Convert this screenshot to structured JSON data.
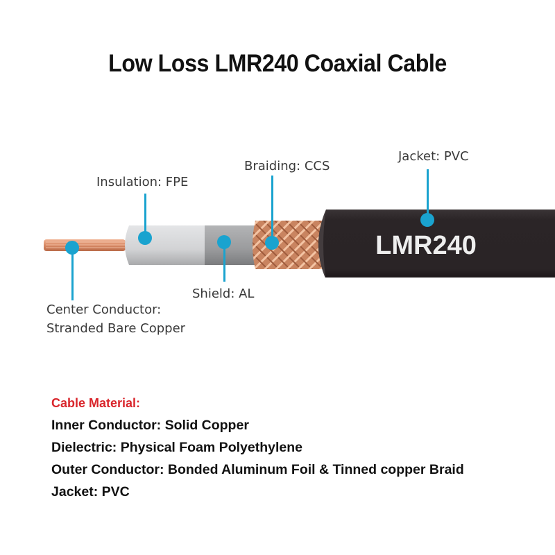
{
  "title": "Low Loss LMR240 Coaxial Cable",
  "cable": {
    "jacket_print": "LMR240",
    "colors": {
      "leader": "#1aa3cf",
      "copper": "#d88a66",
      "insulation": "#d8d9db",
      "shield": "#9a9b9d",
      "jacket": "#2a2426",
      "jacket_print": "#eeeeee"
    }
  },
  "callouts": {
    "center_conductor": {
      "line1": "Center Conductor:",
      "line2": "Stranded Bare Copper"
    },
    "insulation": "Insulation: FPE",
    "shield": "Shield: AL",
    "braiding": "Braiding: CCS",
    "jacket": "Jacket: PVC"
  },
  "materials": {
    "heading": "Cable Material:",
    "heading_color": "#d9262c",
    "lines": [
      "Inner Conductor: Solid Copper",
      "Dielectric: Physical Foam Polyethylene",
      "Outer Conductor: Bonded Aluminum Foil & Tinned copper Braid",
      "Jacket: PVC"
    ]
  }
}
